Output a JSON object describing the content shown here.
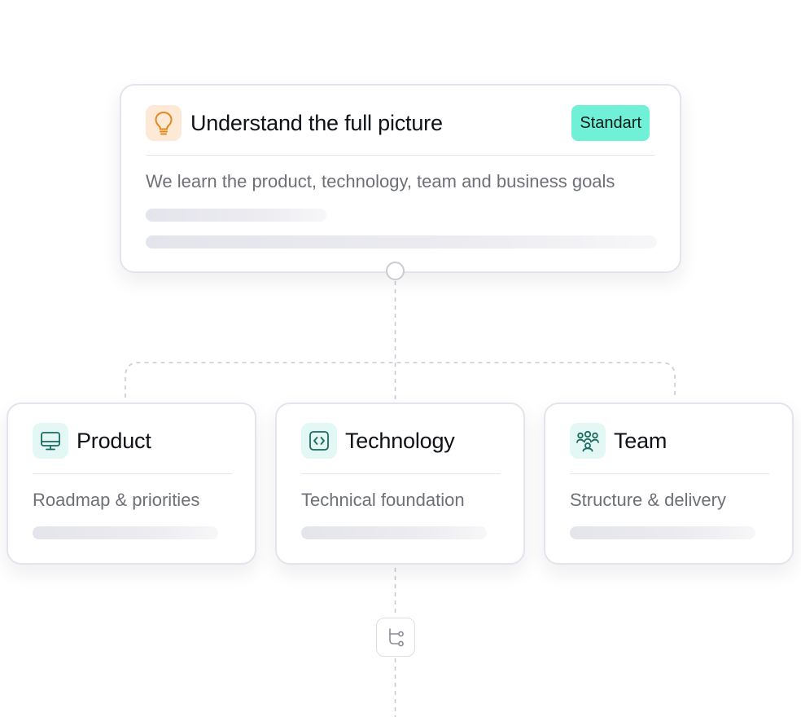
{
  "main_card": {
    "title": "Understand the full picture",
    "icon": "lightbulb-icon",
    "badge": "Standart",
    "description": "We learn the product, technology, team and business goals"
  },
  "children": [
    {
      "title": "Product",
      "icon": "monitor-icon",
      "description": "Roadmap & priorities"
    },
    {
      "title": "Technology",
      "icon": "code-icon",
      "description": "Technical foundation"
    },
    {
      "title": "Team",
      "icon": "people-icon",
      "description": "Structure & delivery"
    }
  ],
  "branch_node": {
    "icon": "branch-icon"
  },
  "colors": {
    "badge_bg": "#6ff0d7",
    "bulb_icon": "#e08a1e",
    "bulb_bg": "#fde9d6",
    "teal_icon": "#1a6b62",
    "teal_bg": "#e3f7f4",
    "border": "#e3e4ec",
    "connector": "#c9cad3"
  }
}
